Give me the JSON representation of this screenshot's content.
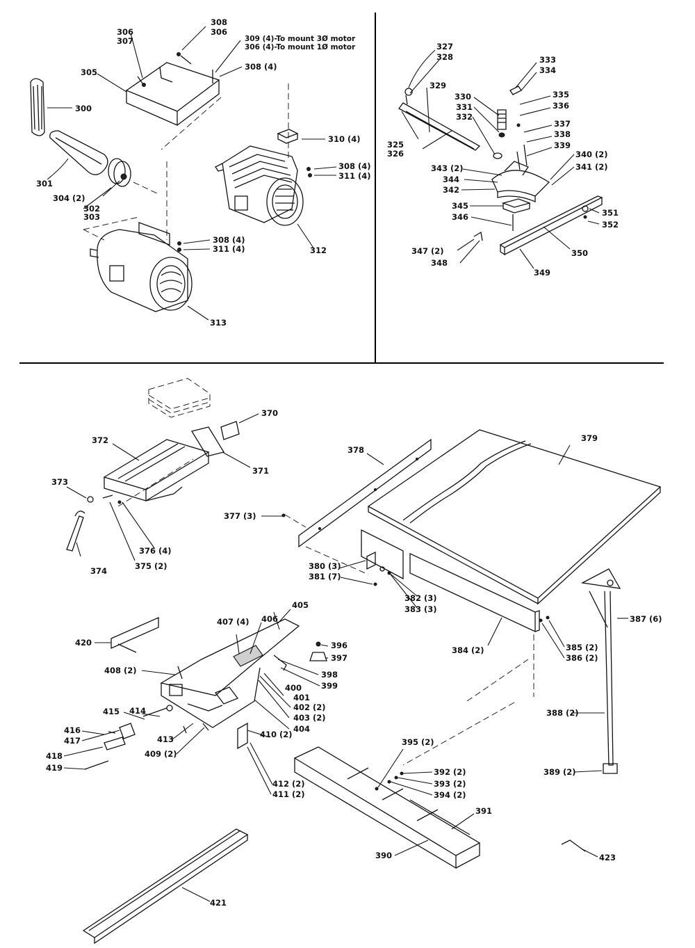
{
  "notes": {
    "mount_3ph": "309 (4)-To mount 3Ø motor",
    "mount_1ph": "306 (4)-To mount 1Ø motor"
  },
  "labels": {
    "p300": "300",
    "p301": "301",
    "p302": "302",
    "p303": "303",
    "p304": "304 (2)",
    "p305": "305",
    "p306a": "306",
    "p306b": "306",
    "p307": "307",
    "p308a": "308",
    "p308b": "308 (4)",
    "p308c": "308 (4)",
    "p308d": "308 (4)",
    "p310": "310 (4)",
    "p311a": "311 (4)",
    "p311b": "311 (4)",
    "p312": "312",
    "p313": "313",
    "p325": "325",
    "p326": "326",
    "p327": "327",
    "p328": "328",
    "p329": "329",
    "p330": "330",
    "p331": "331",
    "p332": "332",
    "p333": "333",
    "p334": "334",
    "p335": "335",
    "p336": "336",
    "p337": "337",
    "p338": "338",
    "p339": "339",
    "p340": "340 (2)",
    "p341": "341 (2)",
    "p342": "342",
    "p343": "343 (2)",
    "p344": "344",
    "p345": "345",
    "p346": "346",
    "p347": "347 (2)",
    "p348": "348",
    "p349": "349",
    "p350": "350",
    "p351": "351",
    "p352": "352",
    "p370": "370",
    "p371": "371",
    "p372": "372",
    "p373": "373",
    "p374": "374",
    "p375": "375 (2)",
    "p376": "376 (4)",
    "p377": "377 (3)",
    "p378": "378",
    "p379": "379",
    "p380": "380 (3)",
    "p381": "381 (7)",
    "p382": "382 (3)",
    "p383": "383 (3)",
    "p384": "384 (2)",
    "p385": "385 (2)",
    "p386": "386 (2)",
    "p387": "387 (6)",
    "p388": "388 (2)",
    "p389": "389 (2)",
    "p390": "390",
    "p391": "391",
    "p392": "392 (2)",
    "p393": "393 (2)",
    "p394": "394 (2)",
    "p395": "395 (2)",
    "p396": "396",
    "p397": "397",
    "p398": "398",
    "p399": "399",
    "p400": "400",
    "p401": "401",
    "p402": "402 (2)",
    "p403": "403 (2)",
    "p404": "404",
    "p405": "405",
    "p406": "406",
    "p407": "407 (4)",
    "p408": "408 (2)",
    "p409": "409 (2)",
    "p410": "410 (2)",
    "p411": "411 (2)",
    "p412": "412 (2)",
    "p413": "413",
    "p414": "414",
    "p415": "415",
    "p416": "416",
    "p417": "417",
    "p418": "418",
    "p419": "419",
    "p420": "420",
    "p421": "421",
    "p423": "423"
  }
}
